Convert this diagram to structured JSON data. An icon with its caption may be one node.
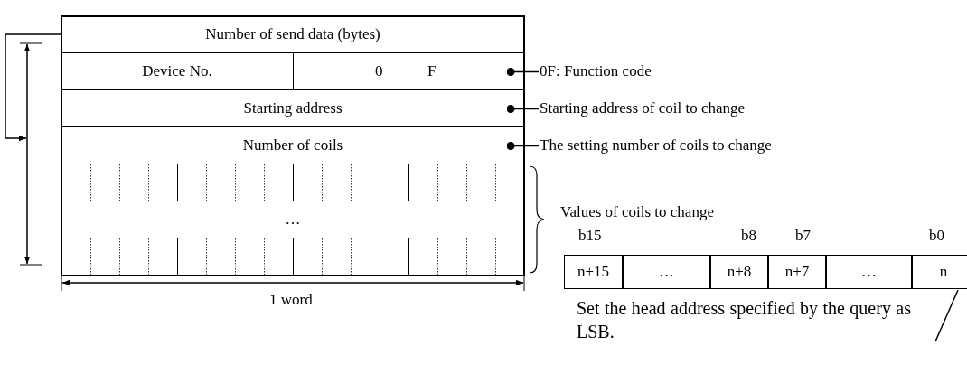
{
  "diagram": {
    "nodes": [
      {
        "text": [
          "Number of send data (bytes)"
        ]
      },
      {
        "text": [
          "Device No."
        ]
      },
      {
        "text": [
          "0",
          "F"
        ]
      },
      {
        "text": [
          "Starting address"
        ]
      },
      {
        "text": [
          "Number of coils"
        ]
      },
      {
        "text": [],
        "shape": "box"
      },
      {
        "text": [
          "…"
        ]
      },
      {
        "text": [],
        "shape": "box"
      },
      {
        "text": [
          "0F: Function code"
        ]
      },
      {
        "text": [
          "Starting address of coil to change"
        ]
      },
      {
        "text": [
          "The setting number of coils to change"
        ]
      },
      {
        "text": [
          "n+15"
        ]
      },
      {
        "text": [
          "…"
        ]
      },
      {
        "text": [
          "n+8"
        ]
      },
      {
        "text": [
          "n+7"
        ]
      },
      {
        "text": [
          "…"
        ]
      },
      {
        "text": [
          "n"
        ]
      },
      {
        "text": [
          "Set the head address specified by the query as LSB."
        ]
      }
    ],
    "edges": [
      {
        "from": 0,
        "to": null,
        "arrow": "to"
      },
      {
        "from": 2,
        "to": 8,
        "arrow": "other"
      },
      {
        "from": 3,
        "to": 9,
        "arrow": "other"
      },
      {
        "from": 4,
        "to": 10,
        "arrow": "other"
      },
      {
        "from": 17,
        "to": 16,
        "arrow": "none"
      }
    ],
    "labels": [
      "Values of coils to change",
      "b15",
      "b8",
      "b7",
      "b0",
      "1 word"
    ]
  }
}
